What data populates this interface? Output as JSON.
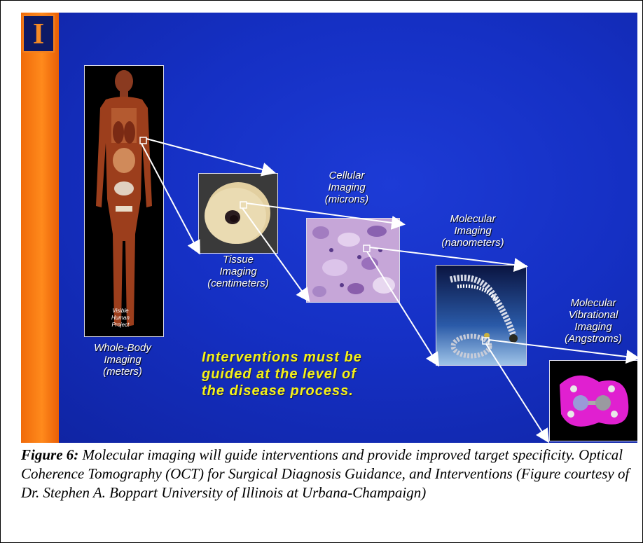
{
  "logo": {
    "letter": "I"
  },
  "labels": {
    "whole_body": "Whole-Body\nImaging\n(meters)",
    "tissue": "Tissue\nImaging\n(centimeters)",
    "cellular": "Cellular\nImaging\n(microns)",
    "molecular": "Molecular\nImaging\n(nanometers)",
    "vibrational": "Molecular\nVibrational\nImaging\n(Angstroms)",
    "visible_human": "Visible\nHuman\nProject"
  },
  "message": "Interventions must be\nguided at the level of\nthe disease process.",
  "caption": {
    "figure_label": "Figure 6:",
    "text": " Molecular imaging will guide interventions and provide improved target specificity. Optical Coherence Tomography (OCT) for Surgical Diagnosis Guidance, and Interventions (Figure courtesy of Dr. Stephen A. Boppart University of Illinois at Urbana-Champaign)"
  },
  "colors": {
    "slide_bg": "#1530c4",
    "sidebar": "#f47a12",
    "message": "#f4f21a",
    "label": "#ffffff"
  }
}
